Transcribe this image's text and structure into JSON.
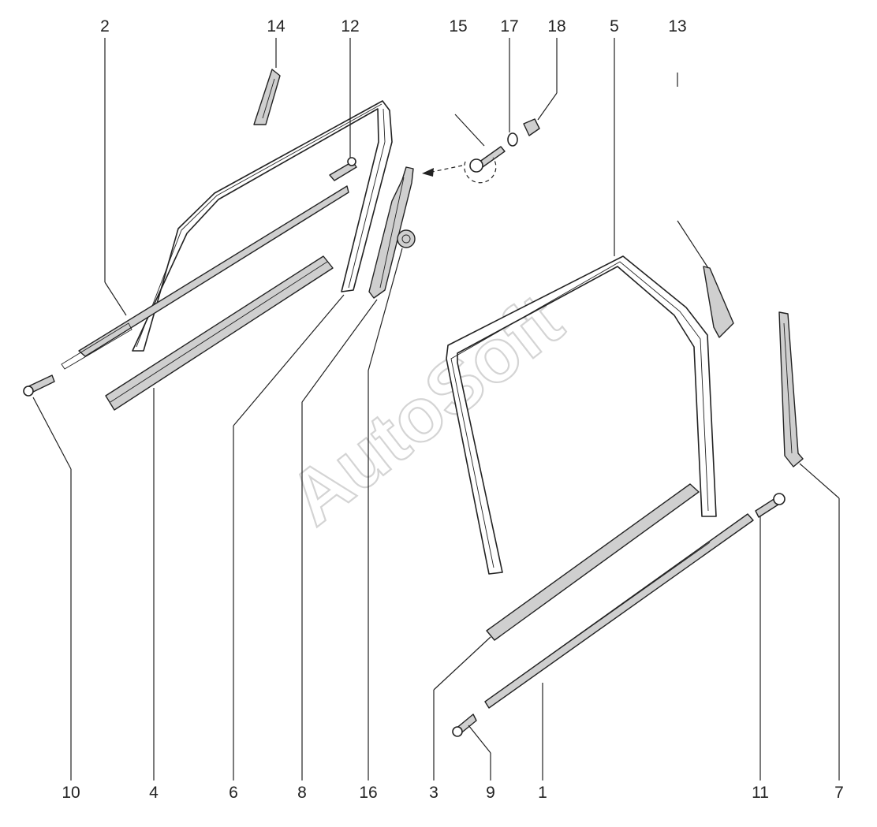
{
  "watermark": "AutoSoft",
  "callouts": {
    "c1": "1",
    "c2": "2",
    "c3": "3",
    "c4": "4",
    "c5": "5",
    "c6": "6",
    "c7": "7",
    "c8": "8",
    "c9": "9",
    "c10": "10",
    "c11": "11",
    "c12": "12",
    "c13": "13",
    "c14": "14",
    "c15": "15",
    "c16": "16",
    "c17": "17",
    "c18": "18"
  }
}
